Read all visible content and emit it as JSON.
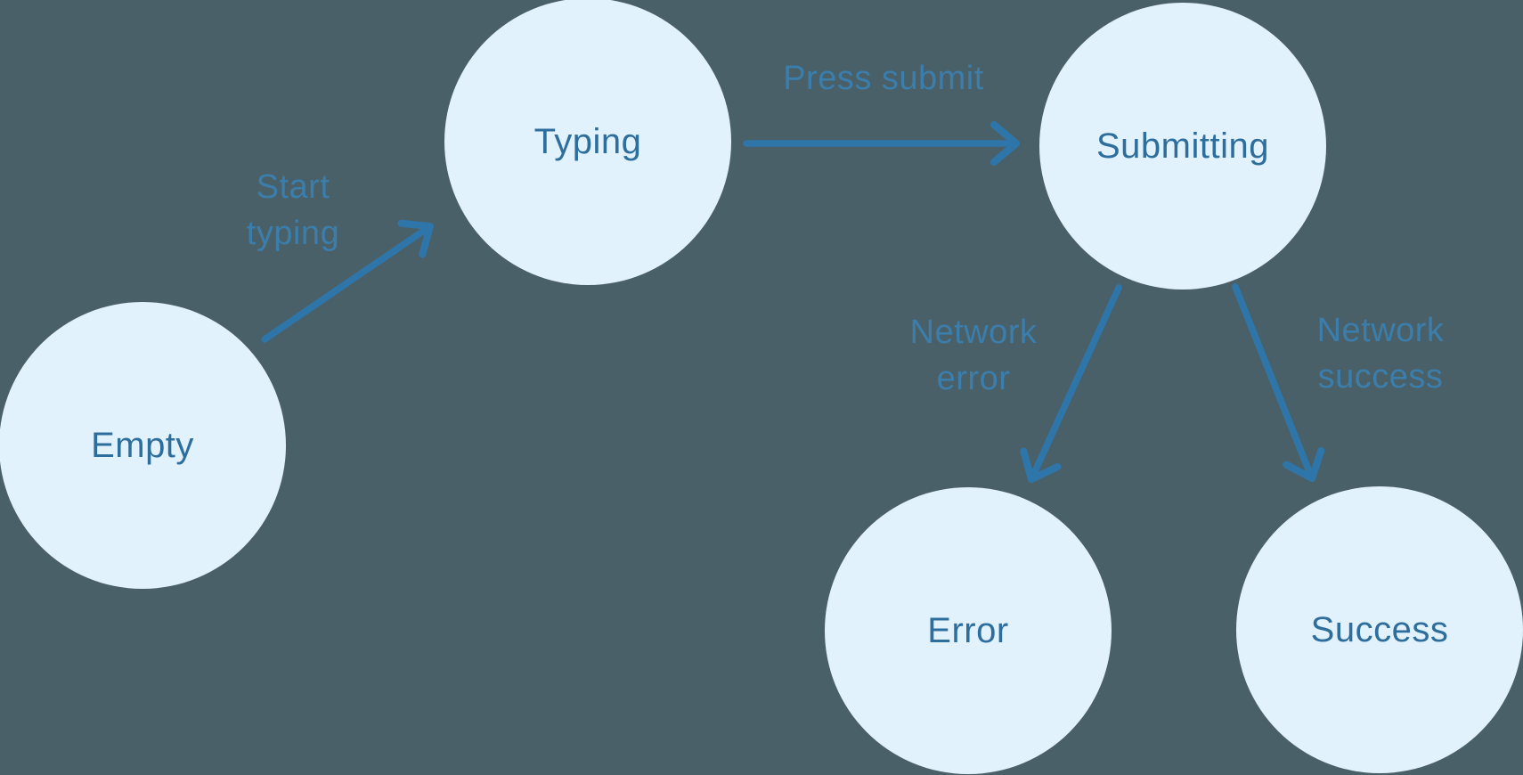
{
  "diagram": {
    "type": "state-machine",
    "nodes": [
      {
        "id": "empty",
        "label": "Empty"
      },
      {
        "id": "typing",
        "label": "Typing"
      },
      {
        "id": "submitting",
        "label": "Submitting"
      },
      {
        "id": "error",
        "label": "Error"
      },
      {
        "id": "success",
        "label": "Success"
      }
    ],
    "edges": [
      {
        "from": "Empty",
        "to": "Typing",
        "label": "Start typing"
      },
      {
        "from": "Typing",
        "to": "Submitting",
        "label": "Press submit"
      },
      {
        "from": "Submitting",
        "to": "Error",
        "label": "Network error"
      },
      {
        "from": "Submitting",
        "to": "Success",
        "label": "Network success"
      }
    ],
    "colors": {
      "background": "#4a6068",
      "node_fill": "#e2f2fd",
      "node_text": "#2d6e9d",
      "edge_stroke": "#2e76aa",
      "edge_label": "#3b7dab"
    }
  }
}
